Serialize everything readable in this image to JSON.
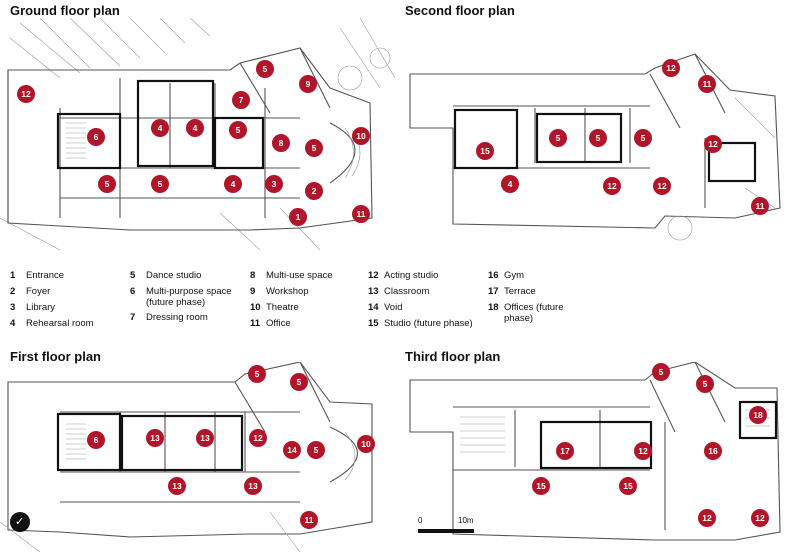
{
  "titles": {
    "ground": "Ground floor plan",
    "second": "Second floor plan",
    "first": "First floor plan",
    "third": "Third floor plan"
  },
  "legend": [
    {
      "num": "1",
      "label": "Entrance"
    },
    {
      "num": "2",
      "label": "Foyer"
    },
    {
      "num": "3",
      "label": "Library"
    },
    {
      "num": "4",
      "label": "Rehearsal room"
    },
    {
      "num": "5",
      "label": "Dance studio"
    },
    {
      "num": "6",
      "label": "Multi-purpose space (future phase)"
    },
    {
      "num": "7",
      "label": "Dressing room"
    },
    {
      "num": "8",
      "label": "Multi-use space"
    },
    {
      "num": "9",
      "label": "Workshop"
    },
    {
      "num": "10",
      "label": "Theatre"
    },
    {
      "num": "11",
      "label": "Office"
    },
    {
      "num": "12",
      "label": "Acting studio"
    },
    {
      "num": "13",
      "label": "Classroom"
    },
    {
      "num": "14",
      "label": "Void"
    },
    {
      "num": "15",
      "label": "Studio (future phase)"
    },
    {
      "num": "16",
      "label": "Gym"
    },
    {
      "num": "17",
      "label": "Terrace"
    },
    {
      "num": "18",
      "label": "Offices (future phase)"
    }
  ],
  "scale": {
    "start": "0",
    "end": "10m"
  },
  "icons": {
    "north": "north-arrow-icon"
  },
  "colors": {
    "marker": "#b0152a",
    "walls": "#555555"
  },
  "markers": {
    "ground": [
      "12",
      "5",
      "9",
      "7",
      "6",
      "4",
      "4",
      "5",
      "8",
      "5",
      "10",
      "5",
      "5",
      "4",
      "3",
      "2",
      "1",
      "11"
    ],
    "second": [
      "12",
      "11",
      "5",
      "5",
      "5",
      "15",
      "12",
      "4",
      "12",
      "12",
      "11"
    ],
    "first": [
      "5",
      "5",
      "6",
      "13",
      "13",
      "12",
      "14",
      "5",
      "10",
      "13",
      "13",
      "11"
    ],
    "third": [
      "5",
      "5",
      "18",
      "17",
      "12",
      "16",
      "15",
      "15",
      "12",
      "12"
    ]
  }
}
